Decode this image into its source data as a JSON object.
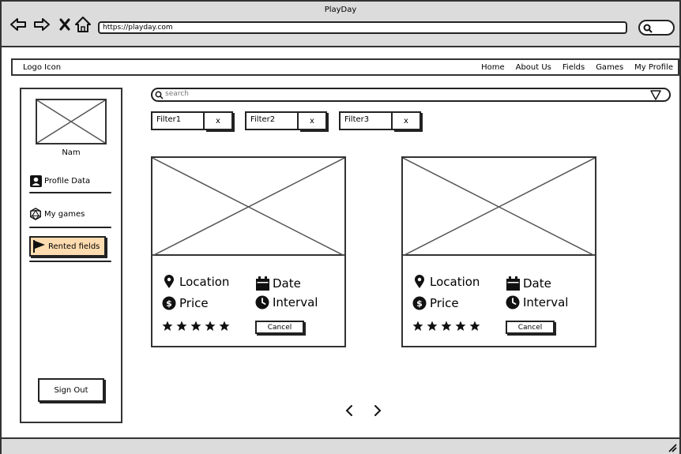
{
  "window": {
    "title": "PlayDay"
  },
  "browser": {
    "url": "https://playday.com",
    "icons": [
      "back-icon",
      "forward-icon",
      "close-icon",
      "home-icon",
      "search-icon"
    ]
  },
  "topnav": {
    "logo": "Logo Icon",
    "menu": [
      "Home",
      "About Us",
      "Fields",
      "Games",
      "My Profile"
    ]
  },
  "sidebar": {
    "name": "Nam",
    "items": [
      {
        "label": "Profile Data",
        "icon": "user-icon"
      },
      {
        "label": "My games",
        "icon": "d20-icon"
      },
      {
        "label": "Rented fields",
        "icon": "flag-icon",
        "active": true
      }
    ],
    "signout": "Sign Out",
    "active_color": "#ffdcb0"
  },
  "search": {
    "placeholder": "search",
    "filter_icon": "filter-icon"
  },
  "filters": [
    {
      "label": "Filter1",
      "remove": "x"
    },
    {
      "label": "Filter2",
      "remove": "x"
    },
    {
      "label": "Filter3",
      "remove": "x"
    }
  ],
  "cards": [
    {
      "location": "Location",
      "date": "Date",
      "price": "Price",
      "interval": "Interval",
      "rating": 5,
      "cancel": "Cancel"
    },
    {
      "location": "Location",
      "date": "Date",
      "price": "Price",
      "interval": "Interval",
      "rating": 5,
      "cancel": "Cancel"
    }
  ],
  "pagination": {
    "prev_icon": "chevron-left-icon",
    "next_icon": "chevron-right-icon"
  }
}
